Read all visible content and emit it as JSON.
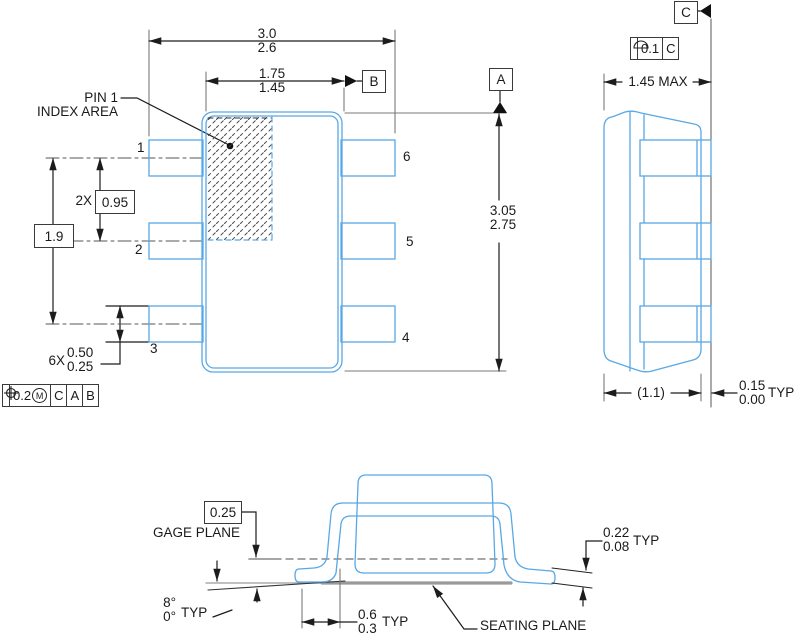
{
  "drawing": {
    "colors": {
      "outline_blue": "#58a8e6",
      "dim_black": "#1c1c1c",
      "ext_gray": "#7a7a7a",
      "seating_gray": "#9a9a9a"
    },
    "top_view": {
      "pin1_index": {
        "line1": "PIN 1",
        "line2": "INDEX AREA"
      },
      "dim_lead_span": {
        "max": "3.0",
        "min": "2.6"
      },
      "dim_body_width": {
        "max": "1.75",
        "min": "1.45"
      },
      "dim_body_length": {
        "max": "3.05",
        "min": "2.75"
      },
      "dim_pitch": {
        "prefix": "2X",
        "value": "0.95"
      },
      "dim_pin_span": {
        "value": "1.9"
      },
      "dim_lead_width": {
        "prefix": "6X",
        "max": "0.50",
        "min": "0.25"
      },
      "pin_numbers": [
        "1",
        "2",
        "3",
        "4",
        "5",
        "6"
      ],
      "datum_a": "A",
      "datum_b": "B",
      "fcf_position": {
        "symbol": "position-tolerance-icon",
        "tolerance": "0.2",
        "modifier": "M",
        "datum1": "C",
        "datum2": "A",
        "datum3": "B"
      }
    },
    "side_view": {
      "datum_c": "C",
      "fcf_profile": {
        "symbol": "profile-of-surface-icon",
        "tolerance": "0.1",
        "datum": "C"
      },
      "dim_height": "1.45 MAX",
      "dim_body_thickness": "(1.1)",
      "dim_lead_tip": {
        "max": "0.15",
        "min": "0.00",
        "suffix": "TYP"
      }
    },
    "detail_view": {
      "gage_offset": "0.25",
      "gage_plane_label": "GAGE PLANE",
      "seating_plane_label": "SEATING PLANE",
      "lead_angle": {
        "max": "8°",
        "min": "0°",
        "suffix": "TYP"
      },
      "dim_foot_length": {
        "max": "0.6",
        "min": "0.3",
        "suffix": "TYP"
      },
      "dim_lead_thickness": {
        "max": "0.22",
        "min": "0.08",
        "suffix": "TYP"
      }
    }
  }
}
